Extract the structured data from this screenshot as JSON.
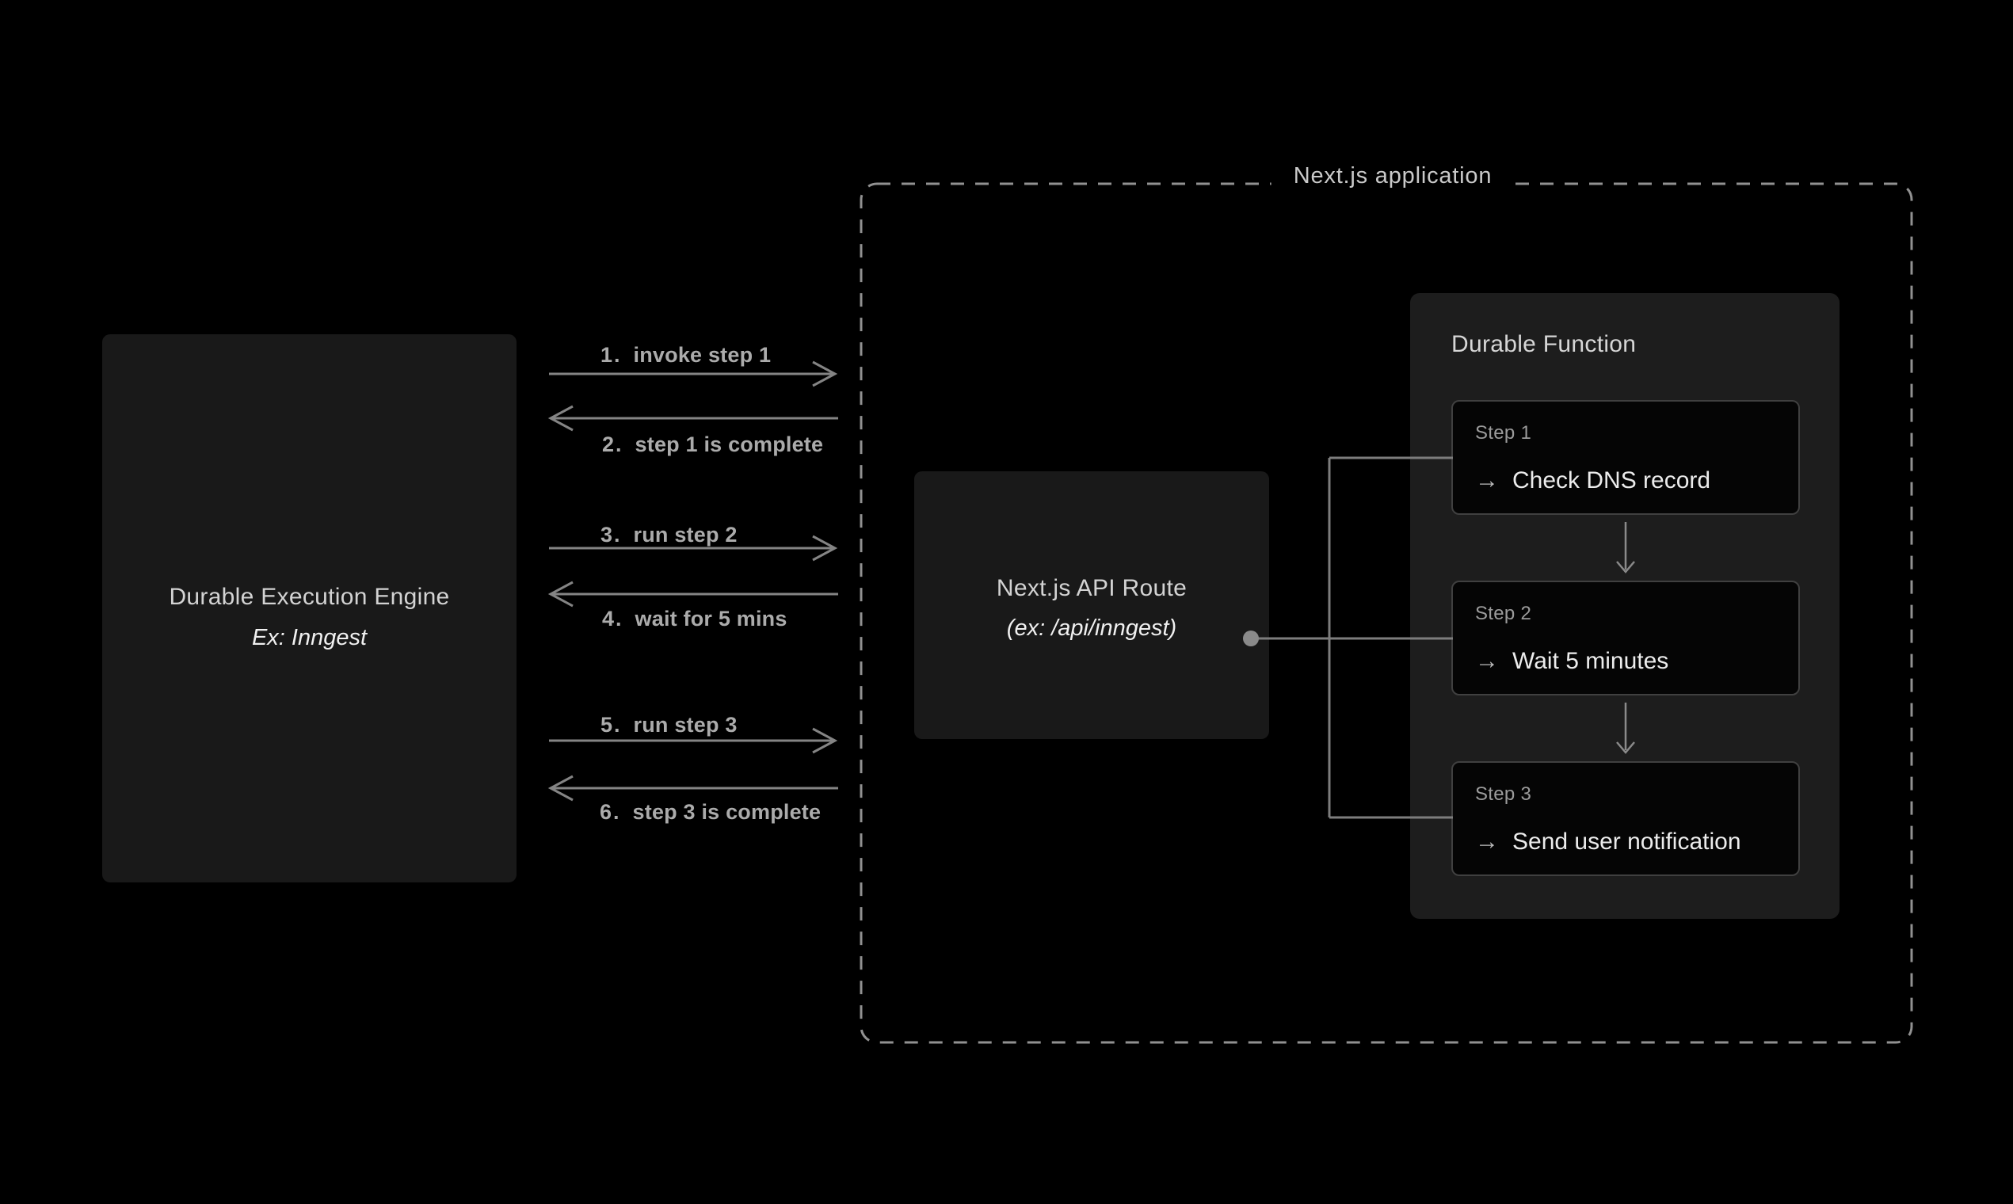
{
  "diagram": {
    "engine_box": {
      "title": "Durable Execution Engine",
      "subtitle": "Ex: Inngest"
    },
    "messages": [
      {
        "num": "1.",
        "text": "invoke step 1",
        "direction": "right"
      },
      {
        "num": "2.",
        "text": "step 1 is complete",
        "direction": "left"
      },
      {
        "num": "3.",
        "text": "run step 2",
        "direction": "right"
      },
      {
        "num": "4.",
        "text": "wait for 5 mins",
        "direction": "left"
      },
      {
        "num": "5.",
        "text": "run step 3",
        "direction": "right"
      },
      {
        "num": "6.",
        "text": "step 3 is complete",
        "direction": "left"
      }
    ],
    "app_container": {
      "label": "Next.js application"
    },
    "api_box": {
      "title": "Next.js API Route",
      "subtitle": "(ex: /api/inngest)"
    },
    "function_panel": {
      "title": "Durable Function",
      "steps": [
        {
          "label": "Step 1",
          "arrow": "→",
          "text": "Check DNS record"
        },
        {
          "label": "Step 2",
          "arrow": "→",
          "text": "Wait 5 minutes"
        },
        {
          "label": "Step 3",
          "arrow": "→",
          "text": "Send user notification"
        }
      ]
    },
    "colors": {
      "background": "#000000",
      "box_fill": "#191919",
      "panel_fill": "#1d1d1d",
      "card_fill": "#050505",
      "card_border": "#404040",
      "line": "#848484",
      "dashed_border": "#919191",
      "dot": "#8a8a8a",
      "text_primary": "#ececec",
      "text_secondary": "#9b9b9b",
      "label_text": "#ababab"
    }
  }
}
